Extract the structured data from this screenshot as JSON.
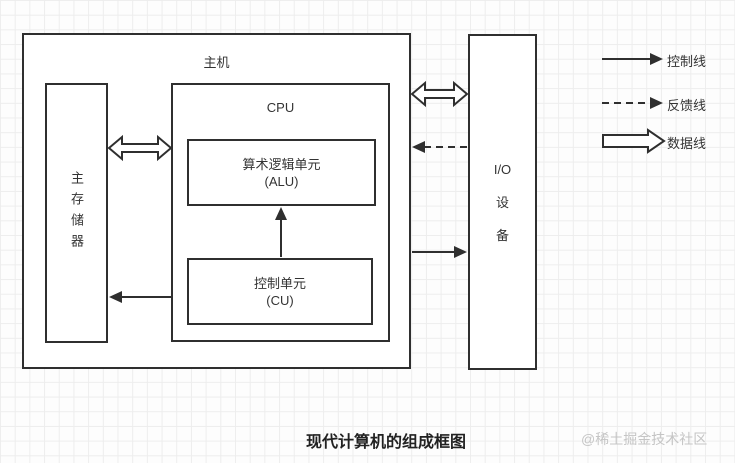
{
  "diagram": {
    "title": "现代计算机的组成框图",
    "watermark": "@稀土掘金技术社区",
    "host": {
      "label": "主机"
    },
    "memory": {
      "label": "主存储器"
    },
    "cpu": {
      "label": "CPU"
    },
    "alu": {
      "label": "算术逻辑单元\n(ALU)"
    },
    "cu": {
      "label": "控制单元\n(CU)"
    },
    "io": {
      "label": "I/O\n设\n备"
    }
  },
  "legend": {
    "items": [
      {
        "style": "solid",
        "label": "控制线"
      },
      {
        "style": "dashed",
        "label": "反馈线"
      },
      {
        "style": "hollow",
        "label": "数据线"
      }
    ]
  },
  "colors": {
    "line": "#2f2f2f",
    "text": "#333333",
    "grid": "#ededed",
    "watermark": "#c5c5c5",
    "background": "#fdfdfd"
  }
}
